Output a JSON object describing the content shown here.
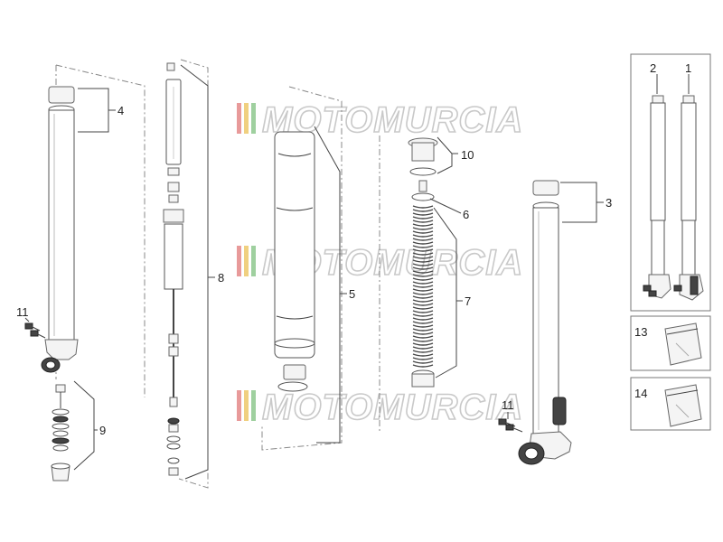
{
  "callouts": {
    "c1": "1",
    "c2": "2",
    "c3": "3",
    "c4": "4",
    "c5": "5",
    "c6": "6",
    "c7": "7",
    "c8": "8",
    "c9": "9",
    "c10": "10",
    "c11_left": "11",
    "c11_right": "11",
    "c13": "13",
    "c14": "14"
  },
  "watermark": {
    "brand": "MOTOMURCIA",
    "stripe_colors": [
      "#e89a9a",
      "#f0d080",
      "#9fd09f"
    ]
  }
}
